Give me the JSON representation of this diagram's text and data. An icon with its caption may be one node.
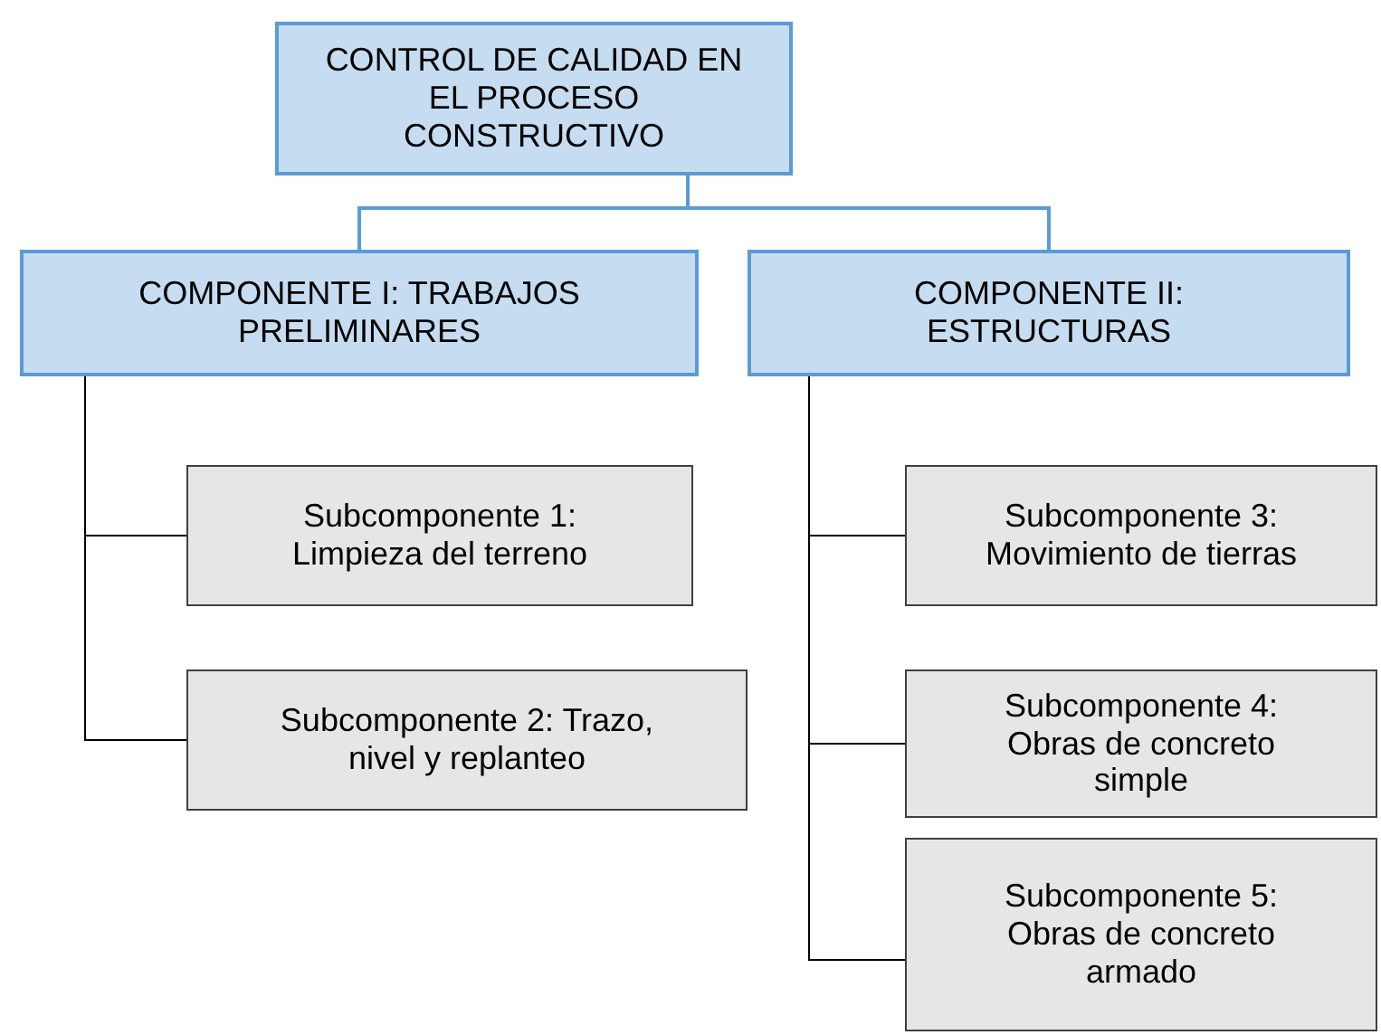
{
  "diagram": {
    "nodes": [
      {
        "text": [
          "CONTROL DE CALIDAD EN EL PROCESO CONSTRUCTIVO"
        ]
      },
      {
        "text": [
          "COMPONENTE I: TRABAJOS PRELIMINARES"
        ]
      },
      {
        "text": [
          "COMPONENTE II: ESTRUCTURAS"
        ]
      },
      {
        "text": [
          "Subcomponente 1: Limpieza del terreno"
        ]
      },
      {
        "text": [
          "Subcomponente 2: Trazo, nivel y replanteo"
        ]
      },
      {
        "text": [
          "Subcomponente 3: Movimiento de tierras"
        ]
      },
      {
        "text": [
          "Subcomponente 4: Obras de concreto simple"
        ]
      },
      {
        "text": [
          "Subcomponente 5: Obras de concreto armado"
        ]
      }
    ],
    "edges": [
      {
        "from": 0,
        "to": 1,
        "arrow": "none",
        "color": "#5b9bd5"
      },
      {
        "from": 0,
        "to": 2,
        "arrow": "none",
        "color": "#5b9bd5"
      },
      {
        "from": 1,
        "to": 3,
        "arrow": "none"
      },
      {
        "from": 1,
        "to": 4,
        "arrow": "none"
      },
      {
        "from": 2,
        "to": 5,
        "arrow": "none"
      },
      {
        "from": 2,
        "to": 6,
        "arrow": "none"
      },
      {
        "from": 2,
        "to": 7,
        "arrow": "none"
      }
    ]
  }
}
